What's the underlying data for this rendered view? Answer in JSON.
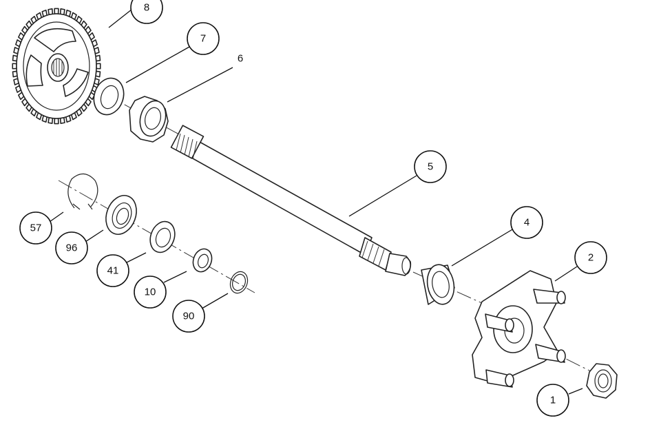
{
  "callouts": [
    {
      "id": "c8",
      "label": "8"
    },
    {
      "id": "c7",
      "label": "7"
    },
    {
      "id": "c6",
      "label": "6"
    },
    {
      "id": "c5",
      "label": "5"
    },
    {
      "id": "c4",
      "label": "4"
    },
    {
      "id": "c2",
      "label": "2"
    },
    {
      "id": "c1",
      "label": "1"
    },
    {
      "id": "c57",
      "label": "57"
    },
    {
      "id": "c96",
      "label": "96"
    },
    {
      "id": "c41",
      "label": "41"
    },
    {
      "id": "c10",
      "label": "10"
    },
    {
      "id": "c90",
      "label": "90"
    }
  ]
}
